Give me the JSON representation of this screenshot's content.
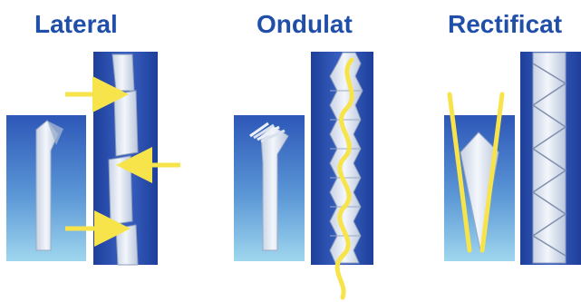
{
  "titles": {
    "lateral": "Lateral",
    "ondulat": "Ondulat",
    "rectificat": "Rectificat"
  },
  "colors": {
    "title": "#1f4fa8",
    "panel_blue": "#2b4fb0",
    "arrow_yellow": "#f7e34a",
    "fiber_light": "#e9eef6"
  }
}
